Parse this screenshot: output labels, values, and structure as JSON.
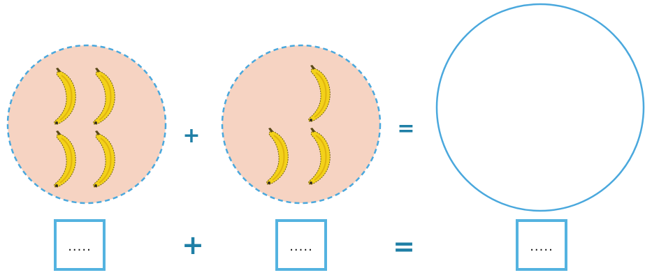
{
  "groups": [
    {
      "name": "group-1",
      "banana_count": 4
    },
    {
      "name": "group-2",
      "banana_count": 3
    }
  ],
  "result_circle": {
    "content": ""
  },
  "operators": {
    "plus": "+",
    "equals": "="
  },
  "answer_boxes": {
    "box_1": ".....",
    "box_2": ".....",
    "box_3": "....."
  },
  "colors": {
    "plate_fill": "#f6d3c2",
    "plate_border": "#4aa8dd",
    "result_border": "#4aa8dd",
    "box_border": "#54b3e0",
    "operator": "#1f7fa6",
    "banana": "#f3d11a"
  }
}
